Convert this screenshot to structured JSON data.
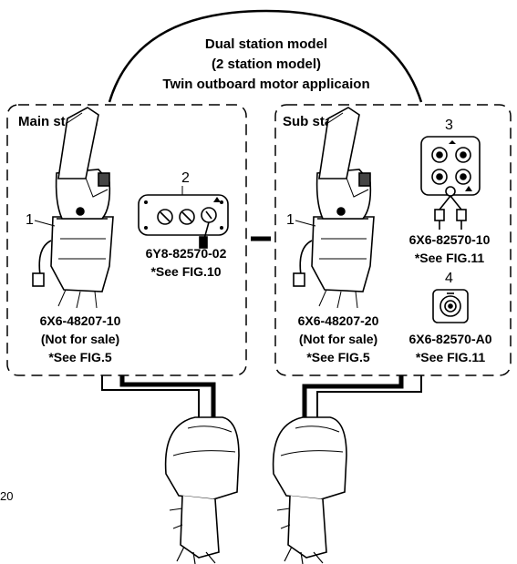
{
  "header": {
    "line1": "Dual station model",
    "line2": "(2 station model)",
    "line3": "Twin outboard motor applicaion"
  },
  "main_station": {
    "label": "Main station",
    "control_number": "1",
    "control_part": "6X6-48207-10",
    "control_note": "(Not for sale)",
    "control_ref": "*See FIG.5",
    "panel_number": "2",
    "panel_part": "6Y8-82570-02",
    "panel_ref": "*See FIG.10"
  },
  "sub_station": {
    "label": "Sub station",
    "control_number": "1",
    "control_part": "6X6-48207-20",
    "control_note": "(Not for sale)",
    "control_ref": "*See FIG.5",
    "panel3_number": "3",
    "panel3_part": "6X6-82570-10",
    "panel3_ref": "*See FIG.11",
    "panel4_number": "4",
    "panel4_part": "6X6-82570-A0",
    "panel4_ref": "*See FIG.11"
  },
  "edge_fragment": "20"
}
